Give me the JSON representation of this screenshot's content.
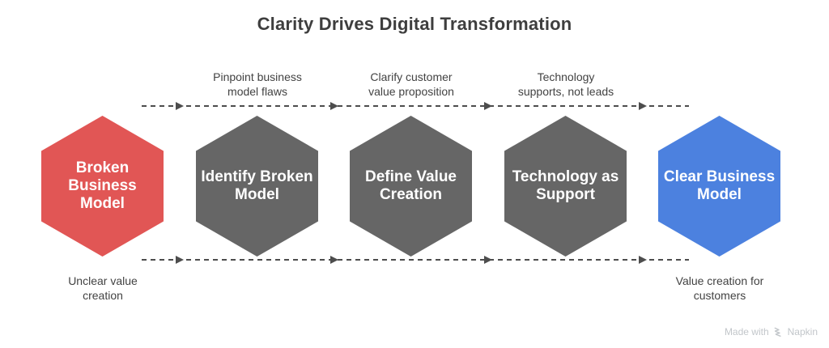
{
  "title": "Clarity Drives Digital Transformation",
  "stages": [
    {
      "text": "Broken\nBusiness\nModel",
      "color": "#E15655"
    },
    {
      "text": "Identify Broken\nModel",
      "color": "#666666"
    },
    {
      "text": "Define Value\nCreation",
      "color": "#666666"
    },
    {
      "text": "Technology as\nSupport",
      "color": "#666666"
    },
    {
      "text": "Clear Business\nModel",
      "color": "#4C81DF"
    }
  ],
  "transitions": [
    "Pinpoint business\nmodel flaws",
    "Clarify customer\nvalue proposition",
    "Technology\nsupports, not leads"
  ],
  "start_note": "Unclear value\ncreation",
  "end_note": "Value creation for\ncustomers",
  "watermark": {
    "prefix": "Made with",
    "brand": "Napkin"
  },
  "colors": {
    "accent_red": "#E15655",
    "neutral_gray": "#666666",
    "accent_blue": "#4C81DF",
    "arrow_line": "#4D4D4D",
    "note_text": "#424242",
    "title_text": "#3E3E3E",
    "watermark_text": "#C2C6CA"
  }
}
